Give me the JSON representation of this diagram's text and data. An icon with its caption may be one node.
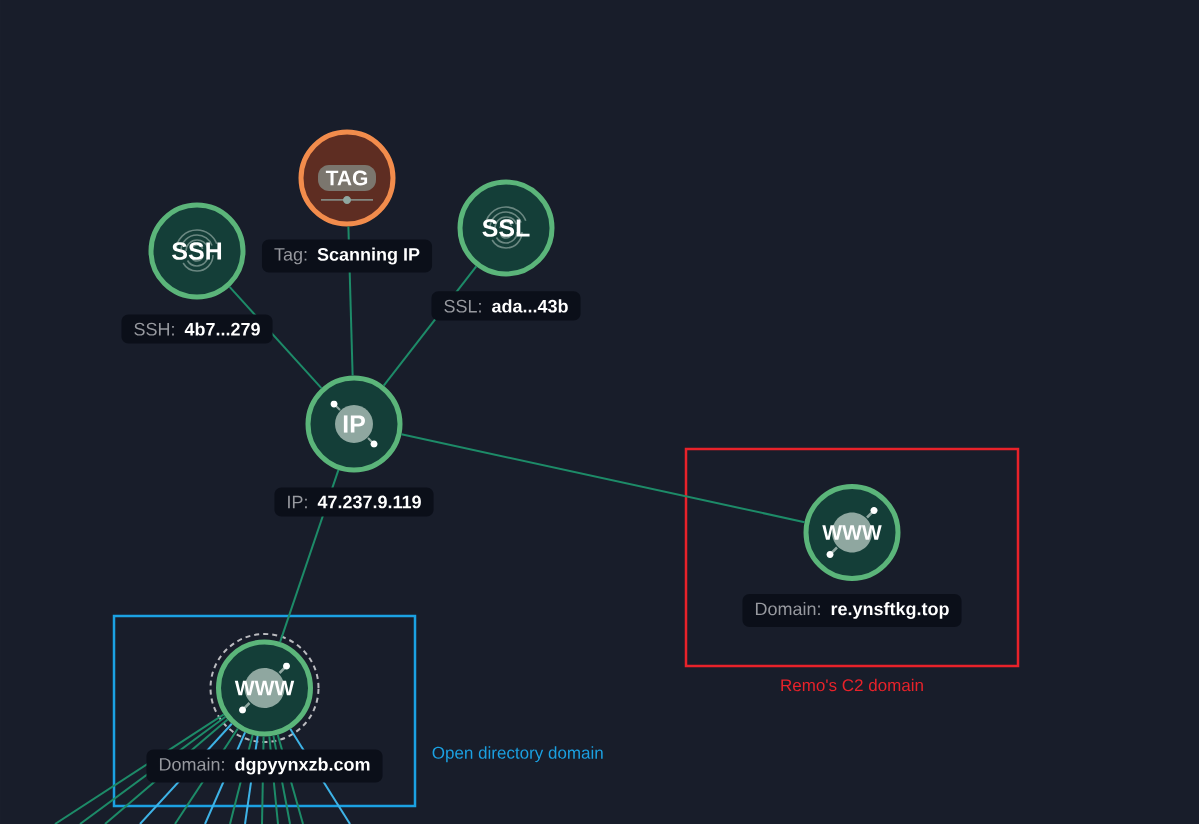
{
  "diagram": {
    "nodes": [
      {
        "text": [
          "TAG"
        ],
        "beside": [
          "Tag:",
          "Scanning IP"
        ]
      },
      {
        "text": [
          "SSH"
        ],
        "beside": [
          "SSH:",
          "4b7...279"
        ]
      },
      {
        "text": [
          "SSL"
        ],
        "beside": [
          "SSL:",
          "ada...43b"
        ]
      },
      {
        "text": [
          "IP"
        ],
        "beside": [
          "IP:",
          "47.237.9.119"
        ]
      },
      {
        "text": [
          "Remo's C2 domain"
        ]
      },
      {
        "text": [
          "WWW"
        ],
        "beside": [
          "Domain:",
          "re.ynsftkg.top"
        ],
        "in": 4
      },
      {
        "text": [
          "Open directory domain"
        ]
      },
      {
        "text": [
          "WWW"
        ],
        "beside": [
          "Domain:",
          "dgpyynxzb.com"
        ],
        "in": 6
      }
    ],
    "edges": [
      {
        "from": 1,
        "to": 3,
        "arrow": "none"
      },
      {
        "from": 0,
        "to": 3,
        "arrow": "none"
      },
      {
        "from": 2,
        "to": 3,
        "arrow": "none"
      },
      {
        "from": 3,
        "to": 5,
        "arrow": "none"
      },
      {
        "from": 3,
        "to": 7,
        "arrow": "none"
      },
      {
        "from": 7,
        "to": null,
        "arrow": "none"
      },
      {
        "from": 7,
        "to": null,
        "arrow": "none"
      },
      {
        "from": 7,
        "to": null,
        "arrow": "none"
      },
      {
        "from": 7,
        "to": null,
        "arrow": "none",
        "color": "#3eb3e6"
      },
      {
        "from": 7,
        "to": null,
        "arrow": "none"
      },
      {
        "from": 7,
        "to": null,
        "arrow": "none",
        "color": "#3eb3e6"
      },
      {
        "from": 7,
        "to": null,
        "arrow": "none"
      },
      {
        "from": 7,
        "to": null,
        "arrow": "none",
        "color": "#3eb3e6"
      },
      {
        "from": 7,
        "to": null,
        "arrow": "none"
      },
      {
        "from": 7,
        "to": null,
        "arrow": "none"
      },
      {
        "from": 7,
        "to": null,
        "arrow": "none"
      },
      {
        "from": 7,
        "to": null,
        "arrow": "none"
      },
      {
        "from": 7,
        "to": null,
        "arrow": "none",
        "color": "#3eb3e6"
      }
    ]
  }
}
